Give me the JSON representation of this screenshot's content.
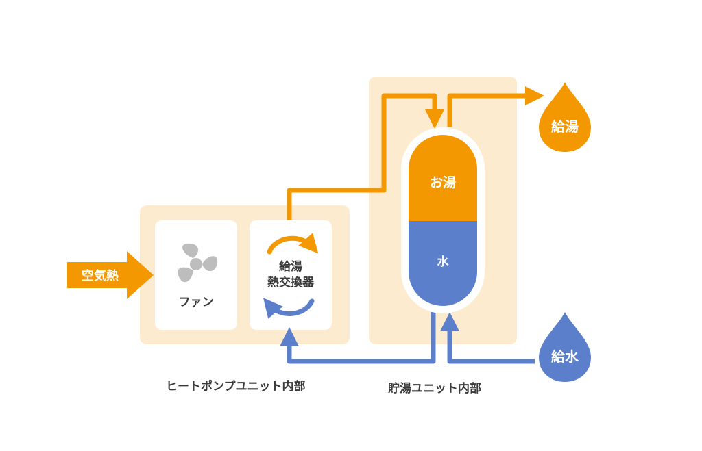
{
  "labels": {
    "air_heat": "空気熱",
    "fan": "ファン",
    "exchanger_line1": "給湯",
    "exchanger_line2": "熱交換器",
    "hot_water": "お湯",
    "water": "水",
    "supply_hot": "給湯",
    "supply_water": "給水",
    "heat_pump_unit": "ヒートポンプユニット内部",
    "storage_unit": "貯湯ユニット内部"
  },
  "colors": {
    "orange": "#F39800",
    "blue": "#5B7FCB",
    "panel": "#FDEBCF",
    "card": "#FFFFFF",
    "fan_gray": "#BDBDBD",
    "text_dark": "#3A3A3A"
  },
  "icons": [
    "fan-icon",
    "cycle-arrow-icon",
    "water-drop-icon"
  ]
}
